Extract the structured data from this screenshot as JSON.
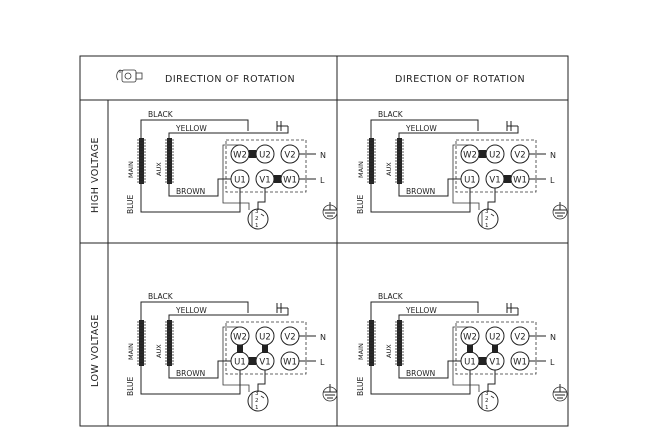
{
  "header": {
    "direction_left": "DIRECTION OF ROTATION",
    "direction_right": "DIRECTION OF ROTATION"
  },
  "rows": {
    "high": "HIGH VOLTAGE",
    "low": "LOW VOLTAGE"
  },
  "wires": {
    "black": "BLACK",
    "yellow": "YELLOW",
    "brown": "BROWN",
    "blue": "BLUE"
  },
  "windings": {
    "main": "MAIN",
    "aux": "AUX"
  },
  "terminals": {
    "w2": "W2",
    "u2": "U2",
    "v2": "V2",
    "u1": "U1",
    "v1": "V1",
    "w1": "W1"
  },
  "supply": {
    "neutral": "N",
    "line": "L"
  },
  "switch_numbers": [
    "3",
    "2",
    "1"
  ],
  "icons": [
    "rotation-motor-icon",
    "ground-icon",
    "capacitor-icon",
    "switch-icon"
  ]
}
